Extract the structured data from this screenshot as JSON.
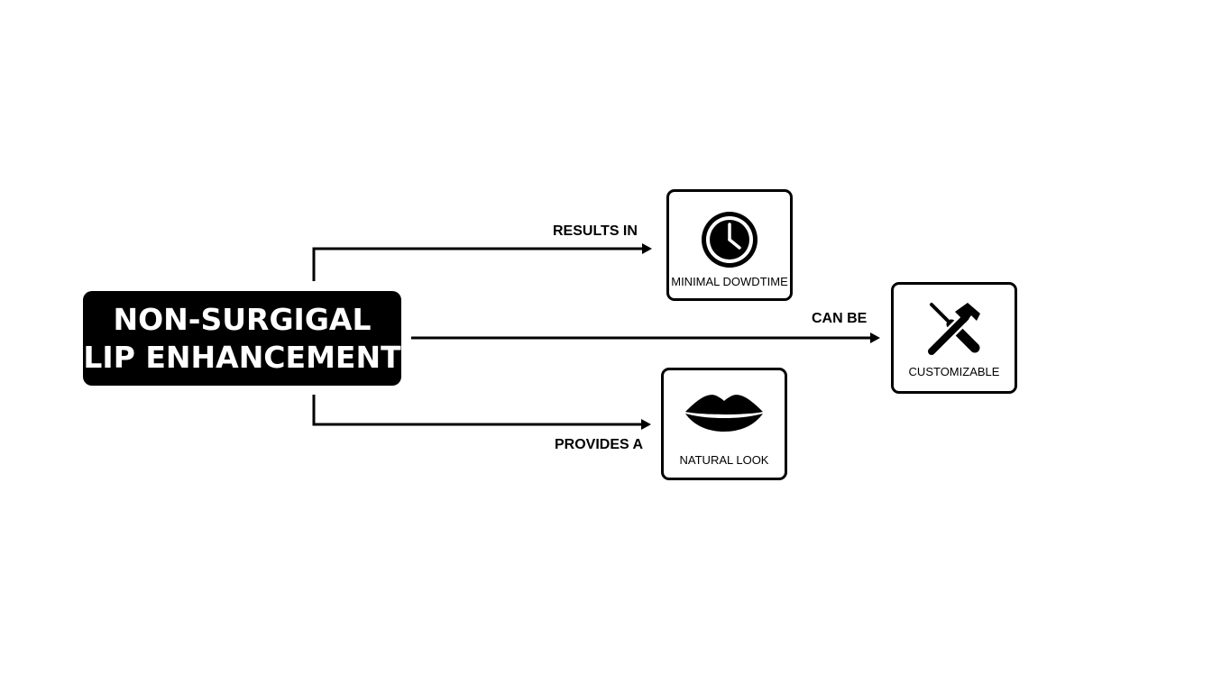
{
  "diagram": {
    "central": {
      "line1": "NON-SURGIGAL",
      "line2": "LIP ENHANCEMENT"
    },
    "edges": [
      {
        "label": "RESULTS IN",
        "target": "MINIMAL DOWDTIME"
      },
      {
        "label": "CAN BE",
        "target": "CUSTOMIZABLE"
      },
      {
        "label": "PROVIDES A",
        "target": "NATURAL LOOK"
      }
    ],
    "nodes": {
      "downtime": {
        "label": "MINIMAL DOWDTIME",
        "icon": "clock-icon"
      },
      "custom": {
        "label": "CUSTOMIZABLE",
        "icon": "tools-icon"
      },
      "natural": {
        "label": "NATURAL LOOK",
        "icon": "lips-icon"
      }
    },
    "colors": {
      "ink": "#000000",
      "background": "#ffffff"
    }
  }
}
